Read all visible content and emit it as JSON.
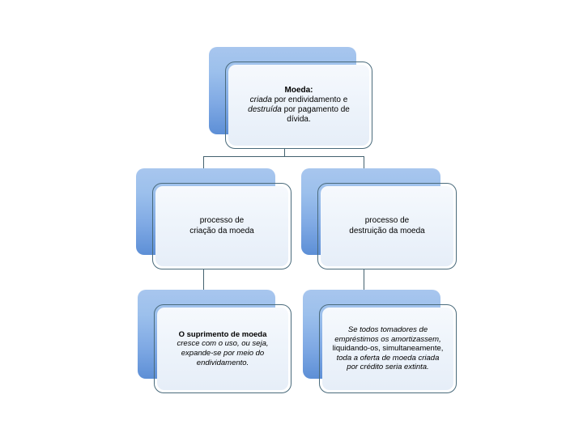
{
  "diagram": {
    "title": "Moeda: criacao e destruicao",
    "colors": {
      "plate_top": "#a8c6ee",
      "plate_bottom": "#5d8fd6",
      "panel_top": "#f6f9fd",
      "panel_bottom": "#e6eef8",
      "outline": "#4a6b7c",
      "connector": "#44626f",
      "text": "#000000",
      "background": "#ffffff"
    },
    "nodes": {
      "root": {
        "lines": [
          {
            "text": "Moeda:",
            "style": "bold"
          },
          {
            "text": "criada por endividamento e",
            "style": "mixed-italic-lead"
          },
          {
            "text": "destruída por pagamento de",
            "style": "mixed-italic-lead"
          },
          {
            "text": "dívida.",
            "style": "normal"
          }
        ],
        "segments": {
          "l1": "Moeda:",
          "l2a": "criada",
          "l2b": " por endividamento e",
          "l3a": "destruída",
          "l3b": " por pagamento de",
          "l4": "dívida."
        }
      },
      "create": {
        "lines": [
          {
            "text": "processo de",
            "style": "normal"
          },
          {
            "text": "criação da moeda",
            "style": "normal"
          }
        ]
      },
      "destroy": {
        "lines": [
          {
            "text": "processo de",
            "style": "normal"
          },
          {
            "text": "destruição da moeda",
            "style": "normal"
          }
        ]
      },
      "supply": {
        "lines": [
          {
            "text": "O suprimento de moeda",
            "style": "bold"
          },
          {
            "text": "cresce com o uso, ou seja,",
            "style": "italic"
          },
          {
            "text": "expande-se por meio do",
            "style": "italic"
          },
          {
            "text": "endividamento.",
            "style": "italic"
          }
        ]
      },
      "extinct": {
        "lines": [
          {
            "text": "Se todos tomadores de",
            "style": "italic"
          },
          {
            "text": "empréstimos os amortizassem,",
            "style": "italic"
          },
          {
            "text": "liquidando-os, simultaneamente,",
            "style": "normal"
          },
          {
            "text": "toda a oferta de moeda criada",
            "style": "italic"
          },
          {
            "text": "por crédito seria extinta.",
            "style": "italic"
          }
        ]
      }
    }
  }
}
